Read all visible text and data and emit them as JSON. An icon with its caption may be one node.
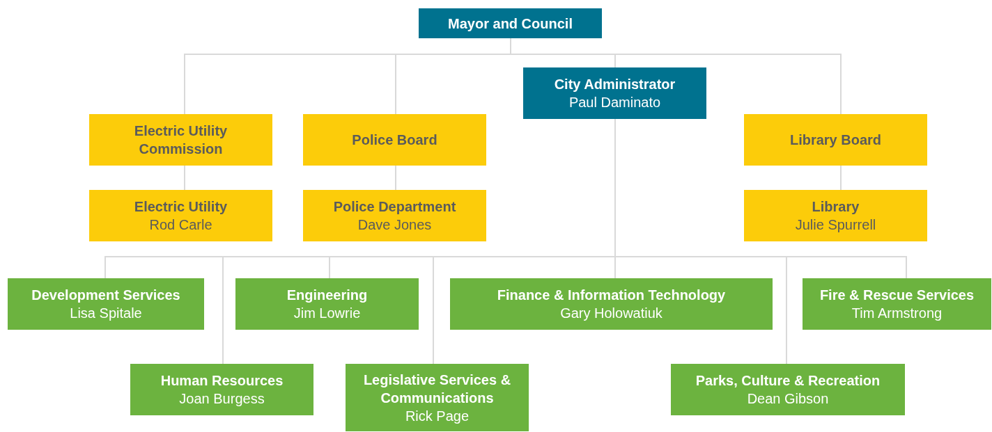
{
  "diagram": {
    "nodes": [
      {
        "text": [
          "Mayor and Council"
        ]
      },
      {
        "text": [
          "Electric Utility Commission"
        ]
      },
      {
        "text": [
          "Police Board"
        ]
      },
      {
        "text": [
          "City Administrator",
          "Paul Daminato"
        ]
      },
      {
        "text": [
          "Library Board"
        ]
      },
      {
        "text": [
          "Electric Utility",
          "Rod Carle"
        ]
      },
      {
        "text": [
          "Police Department",
          "Dave Jones"
        ]
      },
      {
        "text": [
          "Library",
          "Julie Spurrell"
        ]
      },
      {
        "text": [
          "Development Services",
          "Lisa Spitale"
        ]
      },
      {
        "text": [
          "Engineering",
          "Jim Lowrie"
        ]
      },
      {
        "text": [
          "Finance & Information Technology",
          "Gary Holowatiuk"
        ]
      },
      {
        "text": [
          "Fire & Rescue Services",
          "Tim Armstrong"
        ]
      },
      {
        "text": [
          "Human Resources",
          "Joan Burgess"
        ]
      },
      {
        "text": [
          "Legislative Services & Communications",
          "Rick Page"
        ]
      },
      {
        "text": [
          "Parks, Culture & Recreation",
          "Dean Gibson"
        ]
      }
    ],
    "edges": [
      {
        "from": 0,
        "to": 1,
        "arrow": "none"
      },
      {
        "from": 0,
        "to": 2,
        "arrow": "none"
      },
      {
        "from": 0,
        "to": 3,
        "arrow": "none"
      },
      {
        "from": 0,
        "to": 4,
        "arrow": "none"
      },
      {
        "from": 1,
        "to": 5,
        "arrow": "none"
      },
      {
        "from": 2,
        "to": 6,
        "arrow": "none"
      },
      {
        "from": 4,
        "to": 7,
        "arrow": "none"
      },
      {
        "from": 3,
        "to": 8,
        "arrow": "none"
      },
      {
        "from": 3,
        "to": 9,
        "arrow": "none"
      },
      {
        "from": 3,
        "to": 10,
        "arrow": "none"
      },
      {
        "from": 3,
        "to": 11,
        "arrow": "none"
      },
      {
        "from": 3,
        "to": 12,
        "arrow": "none"
      },
      {
        "from": 3,
        "to": 13,
        "arrow": "none"
      },
      {
        "from": 3,
        "to": 14,
        "arrow": "none"
      }
    ]
  }
}
